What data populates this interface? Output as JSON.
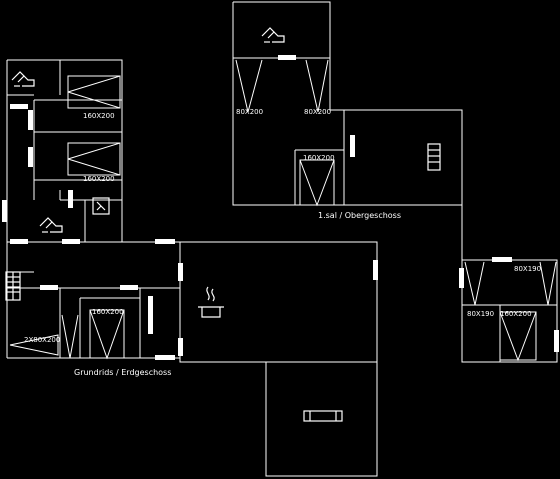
{
  "floors": {
    "ground": "Grundrids / Erdgeschoss",
    "upper": "1.sal / Obergeschoss"
  },
  "beds": [
    {
      "id": "b1",
      "label": "160X200"
    },
    {
      "id": "b2",
      "label": "160X200"
    },
    {
      "id": "b3",
      "label": "160X200"
    },
    {
      "id": "b4",
      "label": "2X80X200"
    },
    {
      "id": "b5",
      "label": "80X200"
    },
    {
      "id": "b6",
      "label": "80X200"
    },
    {
      "id": "b7",
      "label": "160X200"
    },
    {
      "id": "b8",
      "label": "80X190"
    },
    {
      "id": "b9",
      "label": "80X190"
    },
    {
      "id": "b10",
      "label": "160X200"
    }
  ],
  "icons": [
    "shower-icon",
    "shower-icon",
    "shower-icon",
    "washer-icon",
    "stove-icon",
    "sofa-icon",
    "kitchen-unit-icon",
    "staircase-icon"
  ]
}
